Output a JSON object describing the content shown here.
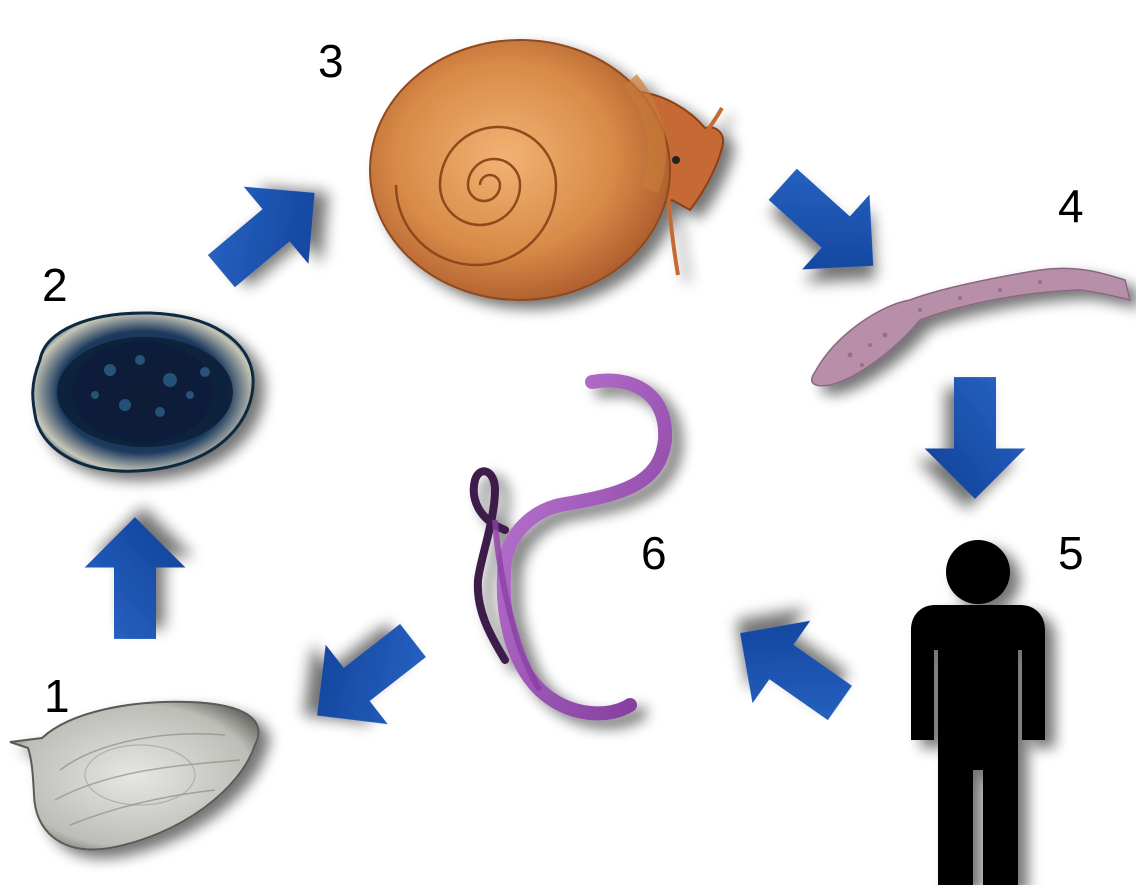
{
  "stages": [
    {
      "number": "1",
      "icon": "egg-icon"
    },
    {
      "number": "2",
      "icon": "miracidium-icon"
    },
    {
      "number": "3",
      "icon": "snail-icon"
    },
    {
      "number": "4",
      "icon": "cercaria-icon"
    },
    {
      "number": "5",
      "icon": "human-host-icon"
    },
    {
      "number": "6",
      "icon": "adult-worm-icon"
    }
  ],
  "colors": {
    "arrow": "#1f56b3",
    "arrow_dark": "#0b3a8c",
    "snail_shell": "#d98b48",
    "egg_wall": "#c8c8c8",
    "miracidium": "#1b2e4a",
    "cercaria": "#b88fa8",
    "worm": "#9a4fb3",
    "human": "#000000"
  }
}
